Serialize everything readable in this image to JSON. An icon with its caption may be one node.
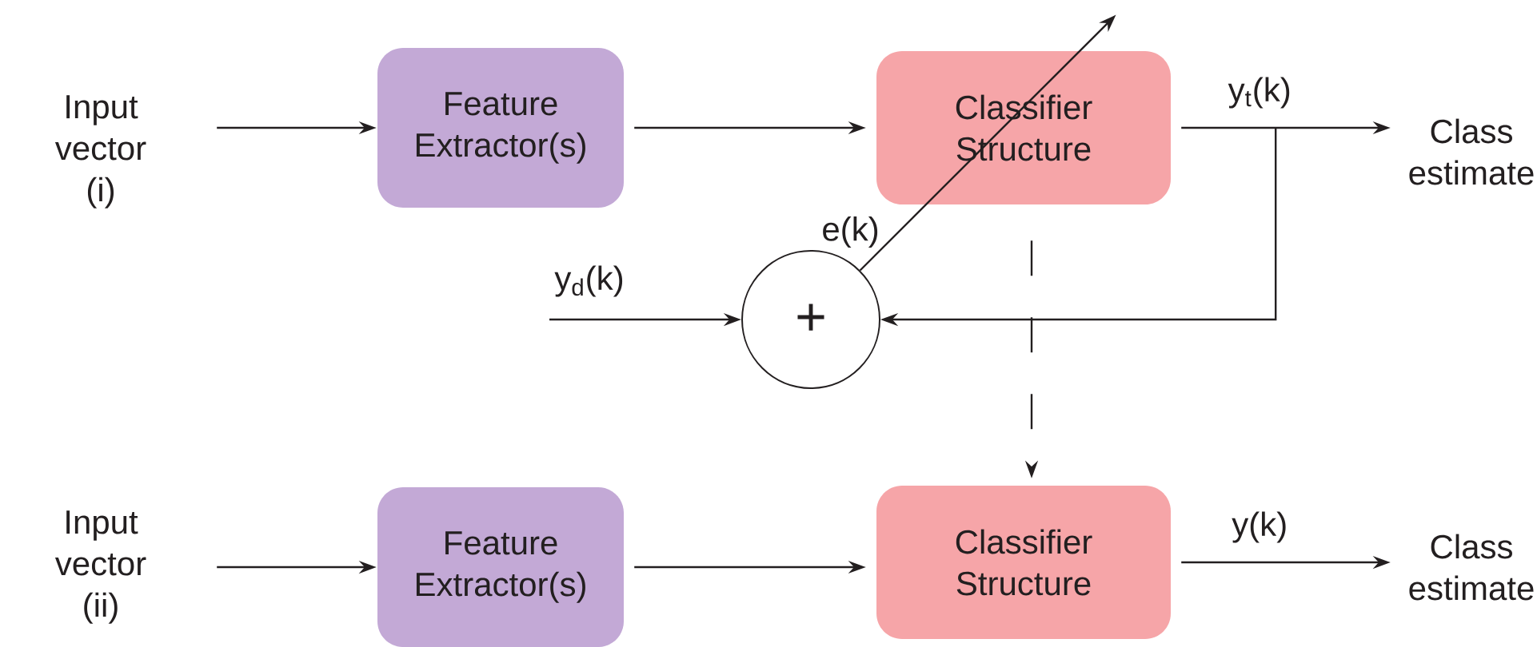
{
  "diagram": {
    "nodes": [
      {
        "text": [
          "Input vector (i)"
        ]
      },
      {
        "text": [
          "Feature Extractor(s)"
        ]
      },
      {
        "text": [
          "Classifier Structure"
        ]
      },
      {
        "text": [
          "Class estimate"
        ]
      },
      {
        "text": [
          "+"
        ]
      },
      {
        "text": [
          "Input vector (ii)"
        ]
      },
      {
        "text": [
          "Feature Extractor(s)"
        ]
      },
      {
        "text": [
          "Classifier Structure"
        ]
      },
      {
        "text": [
          "Class estimate"
        ]
      }
    ],
    "edges": [
      {
        "from": 0,
        "to": 1,
        "arrow": "to"
      },
      {
        "from": 1,
        "to": 2,
        "arrow": "to"
      },
      {
        "from": 2,
        "to": 3,
        "arrow": "to",
        "label": "y$_{t}$(k)"
      },
      {
        "from": 2,
        "to": 4,
        "arrow": "to"
      },
      {
        "from": null,
        "to": 4,
        "arrow": "to",
        "label": "y$_{d}$(k)"
      },
      {
        "from": 4,
        "to": null,
        "arrow": "to",
        "label": "e(k)"
      },
      {
        "from": 2,
        "to": 7,
        "arrow": "to",
        "style": "dashed"
      },
      {
        "from": 5,
        "to": 6,
        "arrow": "to"
      },
      {
        "from": 6,
        "to": 7,
        "arrow": "to"
      },
      {
        "from": 7,
        "to": 8,
        "arrow": "to",
        "label": "y(k)"
      }
    ]
  }
}
